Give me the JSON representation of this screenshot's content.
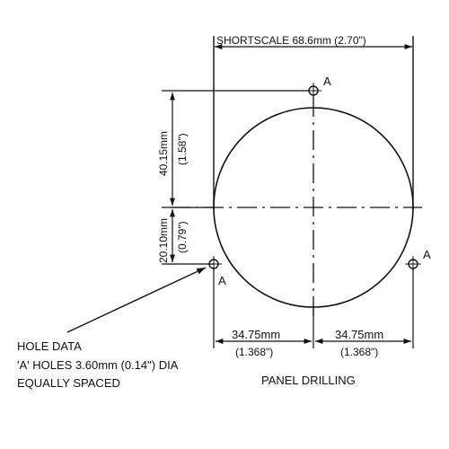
{
  "dimensions": {
    "shortscale": "SHORTSCALE 68.6mm (2.70\")",
    "upper_vertical_mm": "40.15mm",
    "upper_vertical_in": "(1.58\")",
    "lower_vertical_mm": "20.10mm",
    "lower_vertical_in": "(0.79\")",
    "left_horizontal_mm": "34.75mm",
    "left_horizontal_in": "(1.368\")",
    "right_horizontal_mm": "34.75mm",
    "right_horizontal_in": "(1.368\")"
  },
  "hole_labels": {
    "top": "A",
    "left": "A",
    "right": "A"
  },
  "hole_data": {
    "line1": "HOLE DATA",
    "line2": "'A' HOLES 3.60mm (0.14\") DIA",
    "line3": "EQUALLY SPACED"
  },
  "caption": "PANEL DRILLING",
  "colors": {
    "ink": "#111111",
    "background": "#ffffff"
  }
}
